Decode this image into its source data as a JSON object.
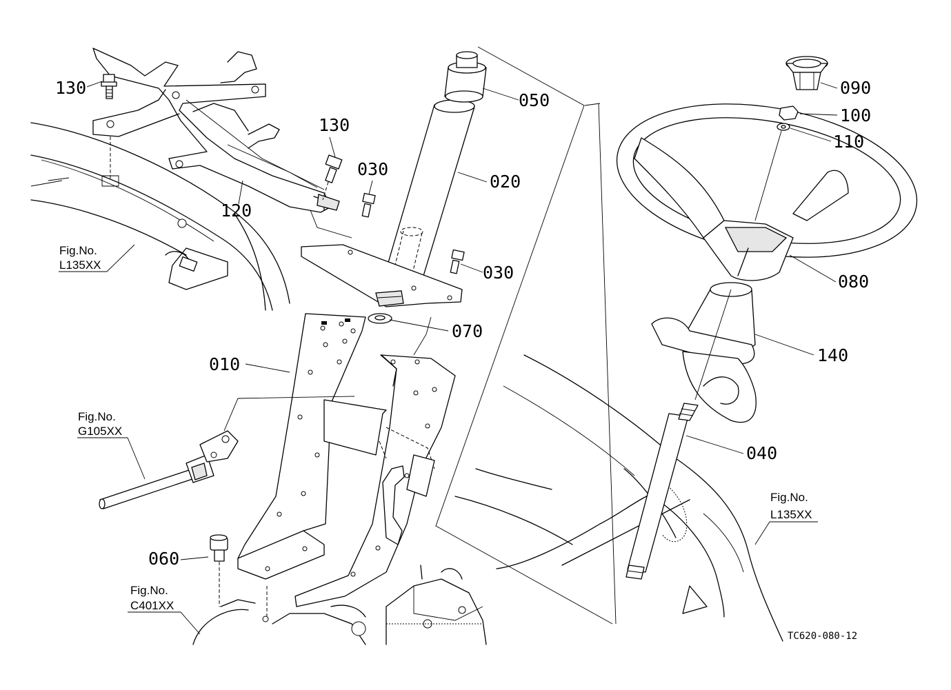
{
  "labels": {
    "p130a": "130",
    "p130b": "130",
    "p120": "120",
    "p030a": "030",
    "p030b": "030",
    "p020": "020",
    "p050": "050",
    "p070": "070",
    "p010": "010",
    "p060": "060",
    "p090": "090",
    "p100": "100",
    "p110": "110",
    "p080": "080",
    "p140": "140",
    "p040": "040"
  },
  "references": {
    "l135_left": {
      "title": "Fig.No.",
      "code": "L135XX"
    },
    "g105": {
      "title": "Fig.No.",
      "code": "G105XX"
    },
    "c401": {
      "title": "Fig.No.",
      "code": "C401XX"
    },
    "l135_right": {
      "title": "Fig.No.",
      "code": "L135XX"
    }
  },
  "drawing_code": "TC620-080-12"
}
